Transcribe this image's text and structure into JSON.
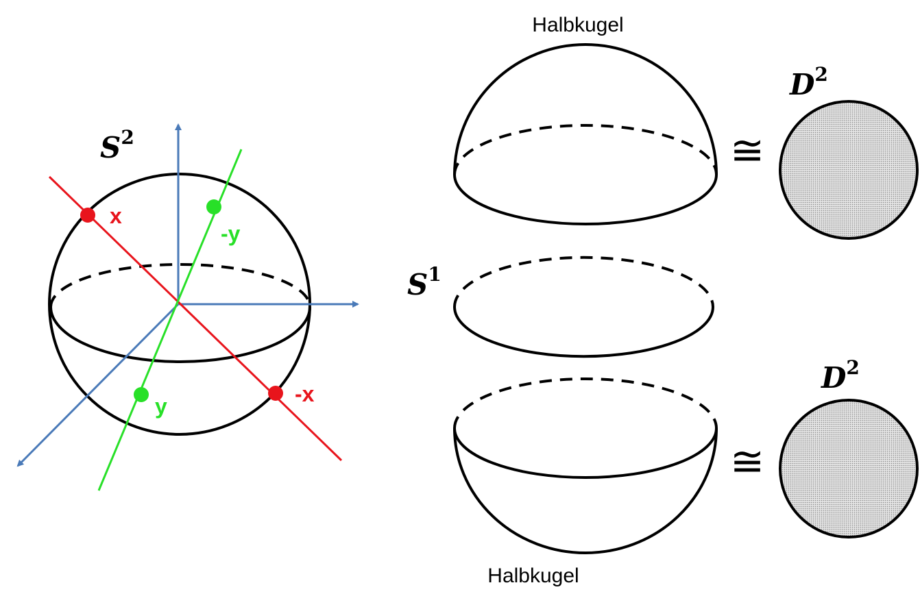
{
  "sphere_label": {
    "base": "S",
    "exp": "2"
  },
  "circle_label": {
    "base": "S",
    "exp": "1"
  },
  "disk_label_top": {
    "base": "D",
    "exp": "2"
  },
  "disk_label_bottom": {
    "base": "D",
    "exp": "2"
  },
  "hemisphere_top_label": "Halbkugel",
  "hemisphere_bottom_label": "Halbkugel",
  "points": {
    "x": "x",
    "neg_x": "-x",
    "y": "y",
    "neg_y": "-y"
  },
  "homeomorphism_symbol": "≅",
  "colors": {
    "axis": "#4a7ab8",
    "red_line": "#e8141c",
    "green_line": "#28e028",
    "outline": "#000000",
    "disk_fill": "#d0d0d0"
  }
}
